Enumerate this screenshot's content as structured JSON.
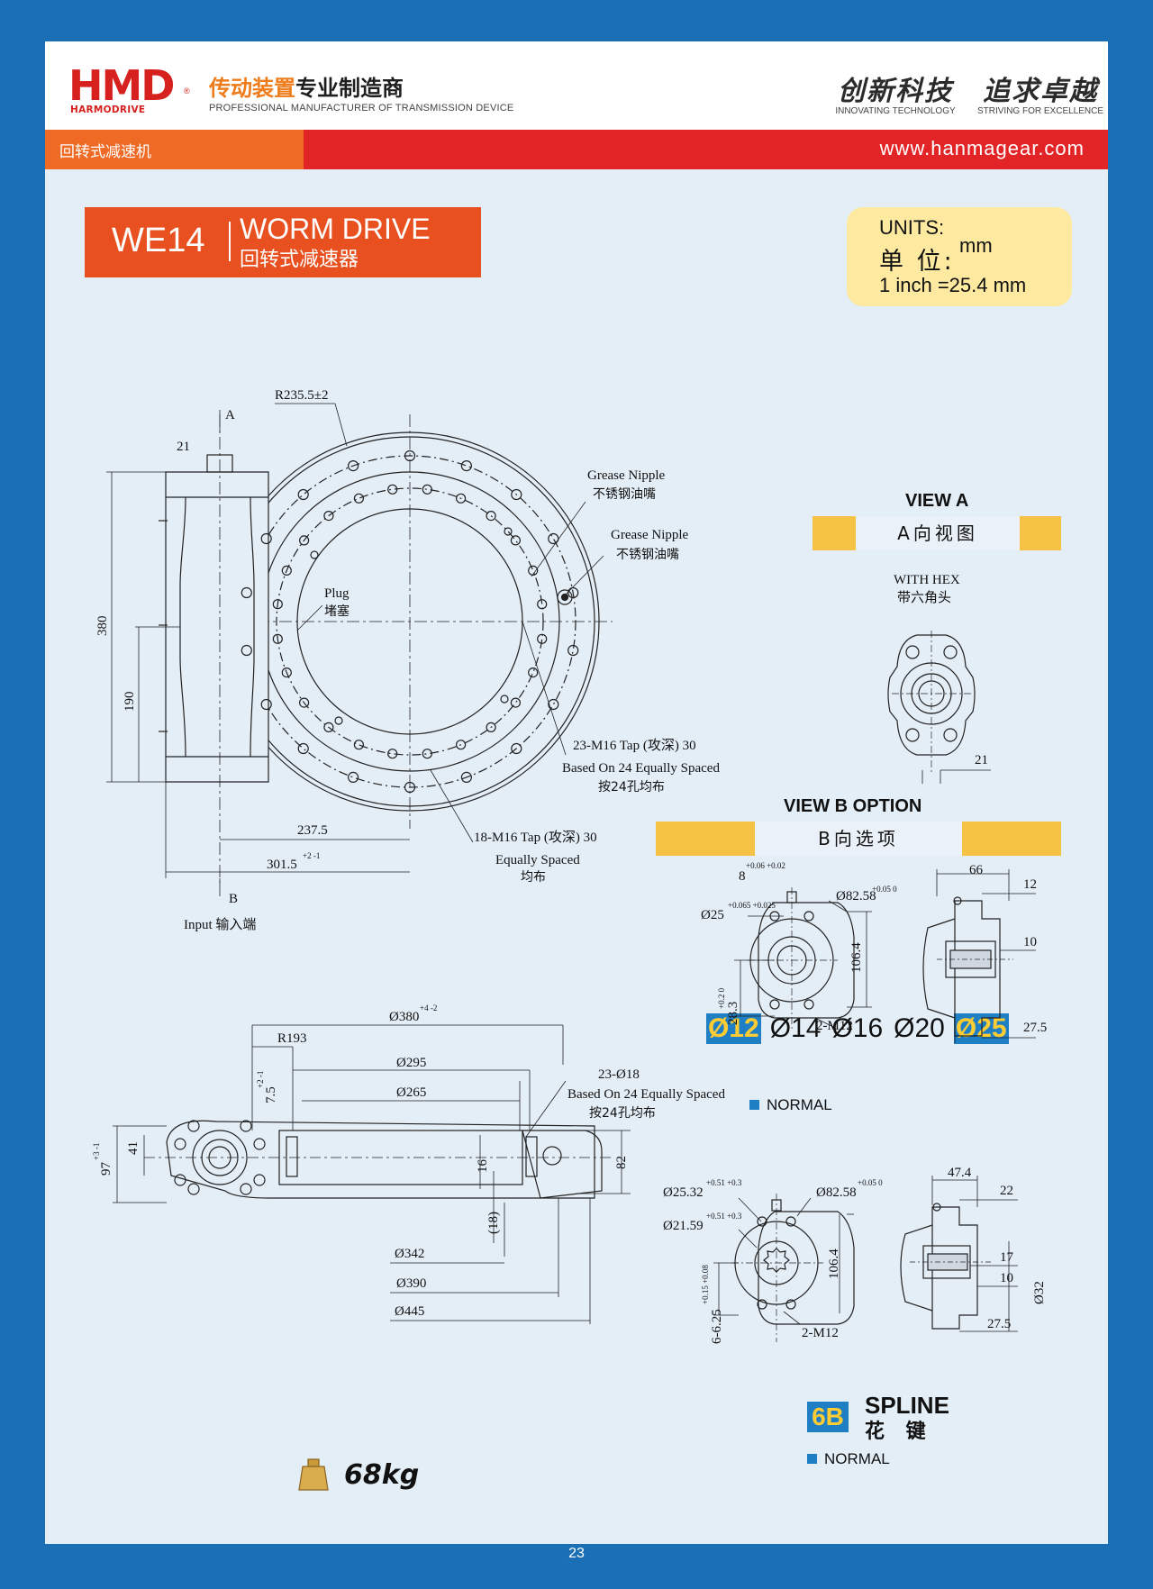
{
  "header": {
    "logo_main": "HMD",
    "logo_sub": "HARMODRIVE",
    "logo_reg": "®",
    "tagline_cn_a": "传动装置",
    "tagline_cn_b": "专业制造商",
    "tagline_en": "PROFESSIONAL MANUFACTURER OF TRANSMISSION DEVICE",
    "slogan1_cn": "创新科技",
    "slogan1_en": "INNOVATING TECHNOLOGY",
    "slogan2_cn": "追求卓越",
    "slogan2_en": "STRIVING FOR EXCELLENCE",
    "category": "回转式减速机",
    "website": "www.hanmagear.com"
  },
  "title": {
    "model": "WE14",
    "name_en": "WORM DRIVE",
    "name_cn": "回转式减速器"
  },
  "units": {
    "label_en": "UNITS:",
    "label_cn": "单 位:",
    "unit": "mm",
    "conversion": "1 inch =25.4 mm"
  },
  "view_a": {
    "title": "VIEW A",
    "band": "A向视图",
    "note_en": "WITH HEX",
    "note_cn": "带六角头",
    "hex": "21"
  },
  "view_b": {
    "title": "VIEW B OPTION",
    "band": "B向选项"
  },
  "shaft_sizes": [
    "Ø12",
    "Ø14",
    "Ø16",
    "Ø20",
    "Ø25"
  ],
  "normal_label": "NORMAL",
  "spline": {
    "code": "6B",
    "label_en": "SPLINE",
    "label_cn": "花 键",
    "normal_label": "NORMAL"
  },
  "weight": "68kg",
  "page_number": "23",
  "front_view": {
    "r": "R235.5±2",
    "hex": "21",
    "view_a_marker": "A",
    "view_b_marker": "B",
    "grease1_en": "Grease Nipple",
    "grease1_cn": "不锈钢油嘴",
    "grease2_en": "Grease Nipple",
    "grease2_cn": "不锈钢油嘴",
    "plug_en": "Plug",
    "plug_cn": "堵塞",
    "dim_380": "380",
    "dim_190": "190",
    "dim_237": "237.5",
    "dim_301": "301.5",
    "dim_301_tol": "+2 -1",
    "tap1": "23-M16 Tap (攻深) 30",
    "tap1_b": "Based On 24 Equally Spaced",
    "tap1_c": "按24孔均布",
    "tap2": "18-M16  Tap (攻深) 30",
    "tap2_b": "Equally Spaced",
    "tap2_c": "均布",
    "input": "Input  输入端"
  },
  "section_view": {
    "d380": "Ø380",
    "d380_tol": "+4 -2",
    "r193": "R193",
    "d295": "Ø295",
    "d265": "Ø265",
    "h75": "7.5",
    "h75_tol": "+2 -1",
    "holes": "23-Ø18",
    "holes_b": "Based On 24 Equally Spaced",
    "holes_c": "按24孔均布",
    "h97": "97",
    "h97_tol": "+3 -1",
    "h41": "41",
    "h16": "16",
    "h82": "82",
    "h18": "(18)",
    "d342": "Ø342",
    "d390": "Ø390",
    "d445": "Ø445"
  },
  "option_b_normal": {
    "key": "8",
    "key_tol": "+0.06 +0.02",
    "bore": "Ø25",
    "bore_tol": "+0.065 +0.025",
    "pcd": "Ø82.58",
    "pcd_tol": "+0.05 0",
    "h1064": "106.4",
    "h283": "28.3",
    "h283_tol": "+0.2 0",
    "bolts": "2-M12",
    "w66": "66",
    "w12": "12",
    "w10": "10",
    "w275": "27.5"
  },
  "option_b_spline": {
    "d2532": "Ø25.32",
    "d2532_tol": "+0.51 +0.3",
    "d2159": "Ø21.59",
    "d2159_tol": "+0.51 +0.3",
    "pcd": "Ø82.58",
    "pcd_tol": "+0.05 0",
    "h1064": "106.4",
    "spl": "6-6.25",
    "spl_tol": "+0.15 +0.08",
    "bolts": "2-M12",
    "w474": "47.4",
    "w22": "22",
    "w17": "17",
    "w10": "10",
    "w275": "27.5",
    "d32": "Ø32"
  }
}
